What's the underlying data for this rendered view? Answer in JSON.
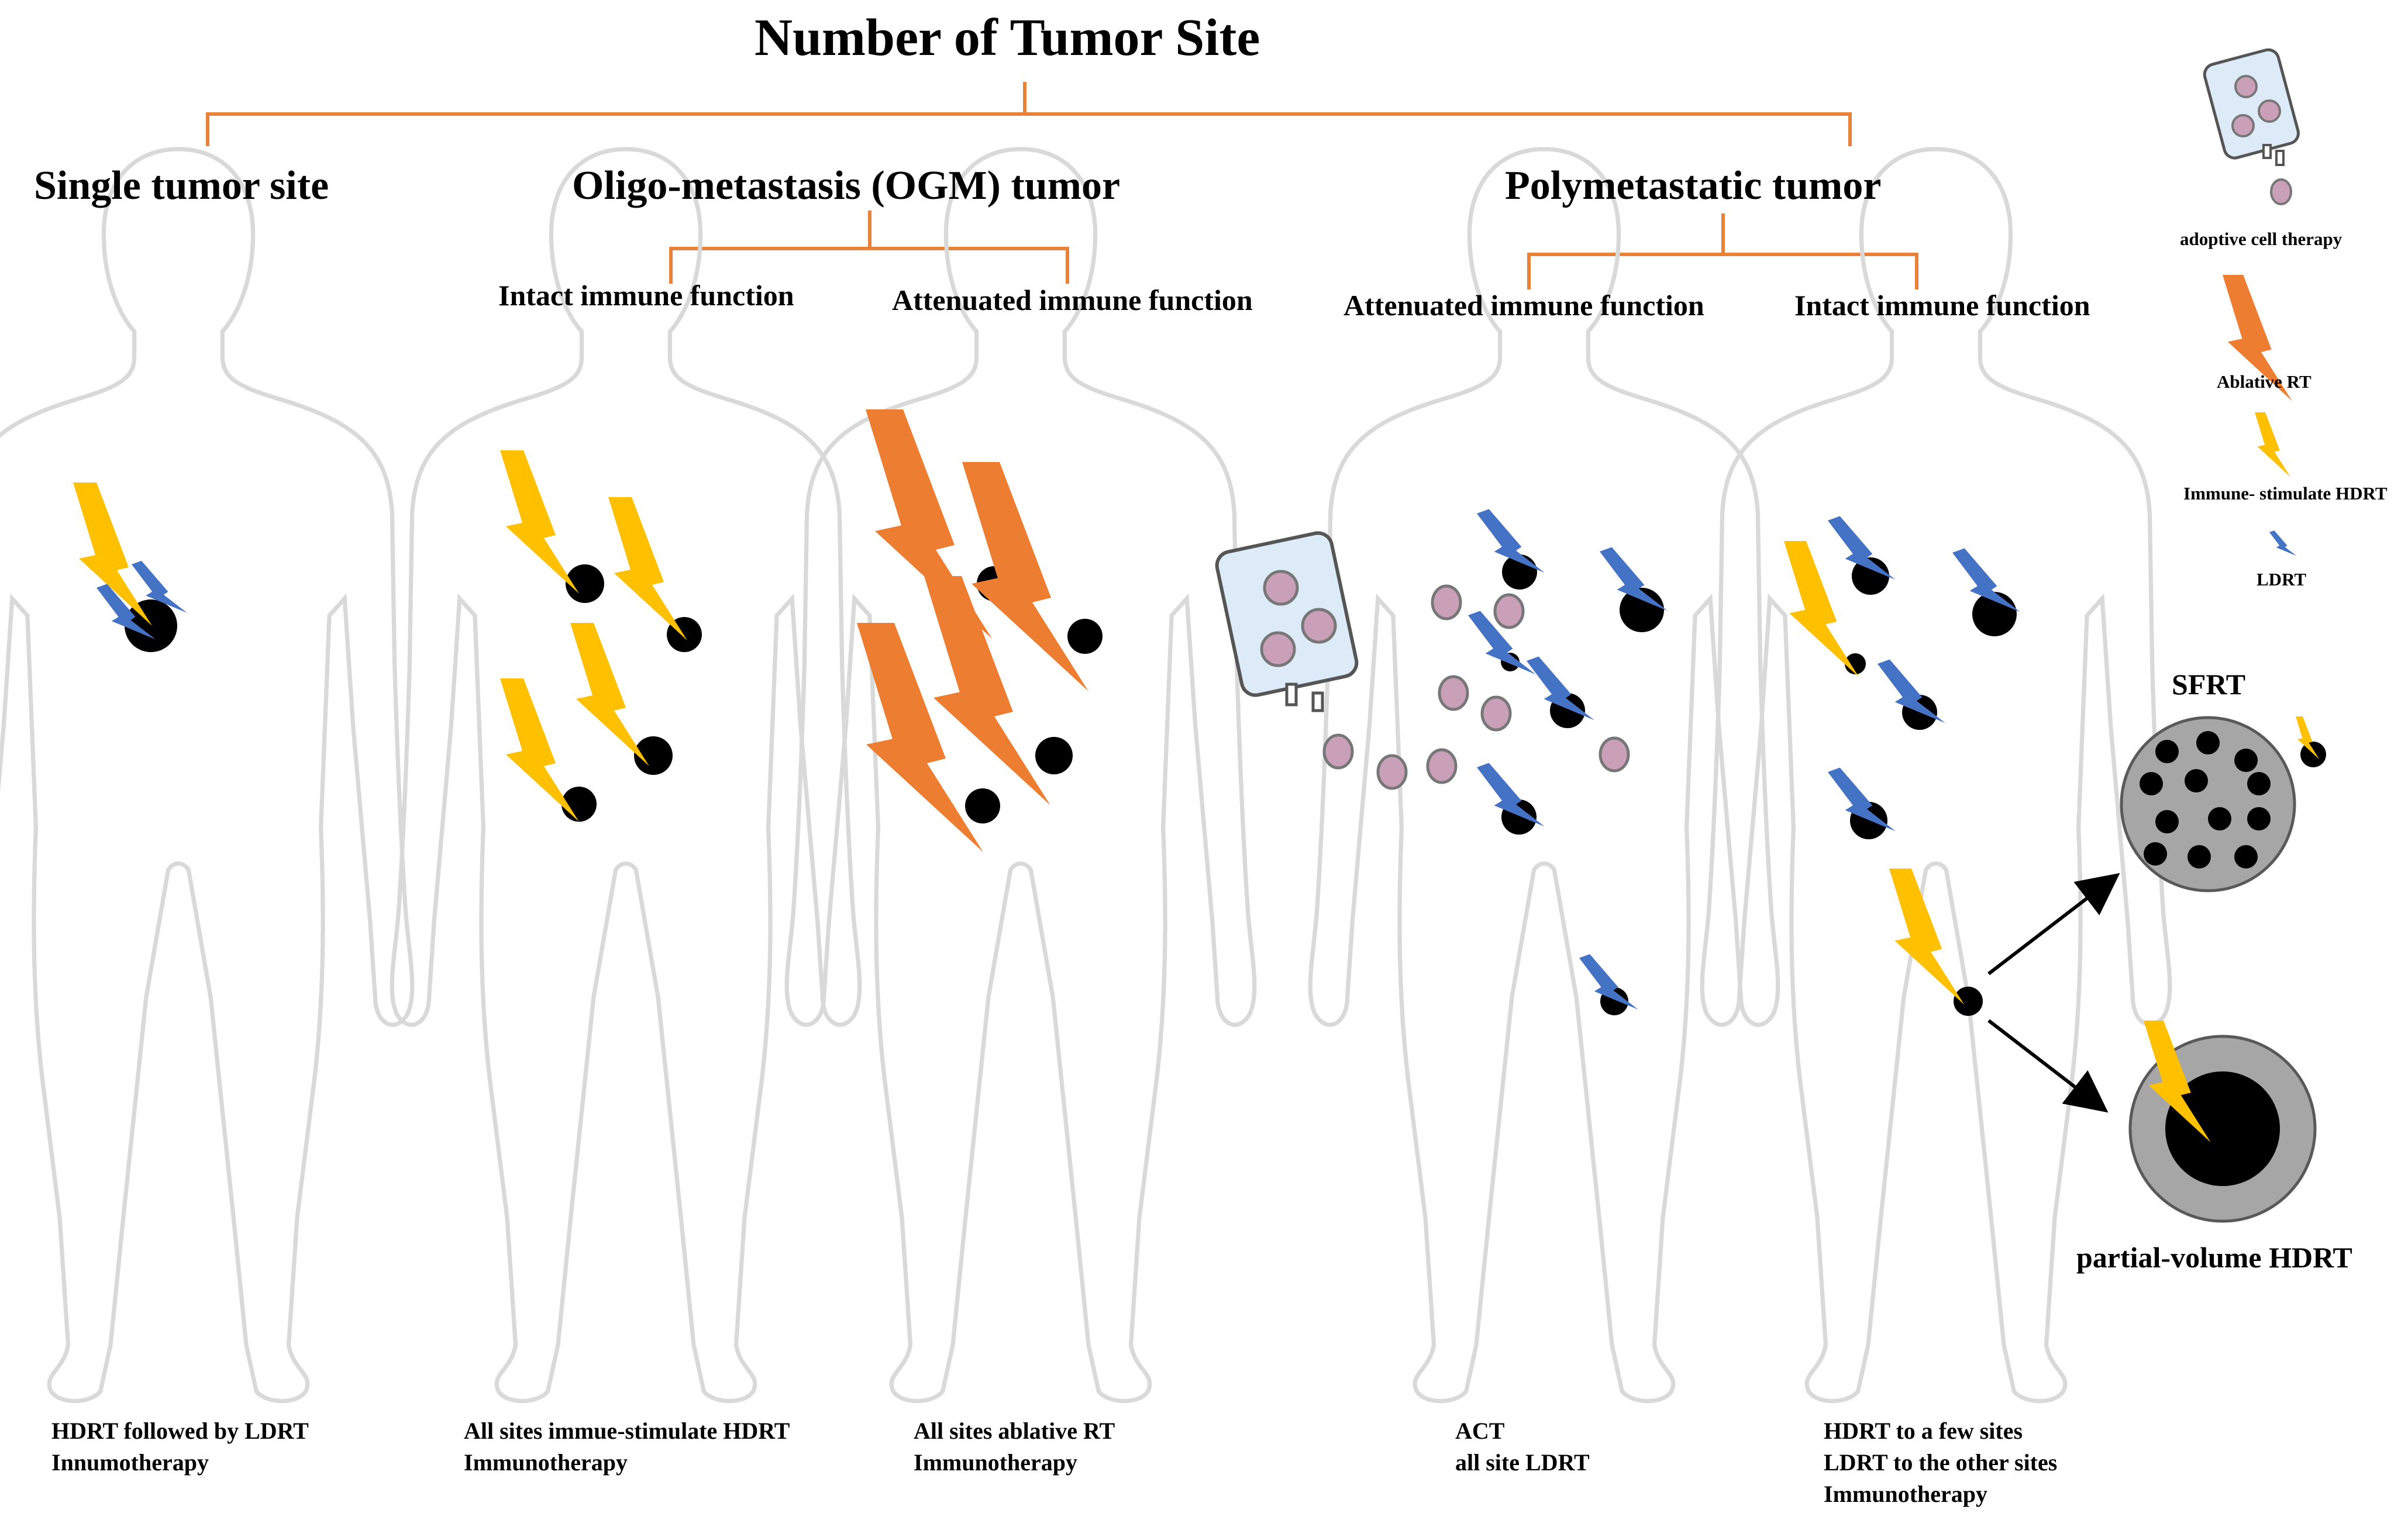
{
  "title": "Number of Tumor Site",
  "categories": {
    "single": "Single tumor site",
    "oligo": "Oligo-metastasis (OGM) tumor",
    "poly": "Polymetastatic tumor"
  },
  "subgroups": {
    "oligo_intact": "Intact immune function",
    "oligo_attenuated": "Attenuated immune function",
    "poly_attenuated": "Attenuated immune function",
    "poly_intact": "Intact immune function"
  },
  "legend": {
    "act": "adoptive cell therapy",
    "ablative": "Ablative RT",
    "hdrt": "Immune- stimulate HDRT",
    "ldrt": "LDRT"
  },
  "insets": {
    "sfrt": "SFRT",
    "partial": "partial-volume HDRT"
  },
  "captions": [
    [
      "HDRT followed by LDRT",
      "Innumotherapy"
    ],
    [
      "All sites immue-stimulate HDRT",
      "Immunotherapy"
    ],
    [
      "All sites ablative RT",
      "Immunotherapy"
    ],
    [
      "ACT",
      "all site LDRT"
    ],
    [
      "HDRT to a few sites",
      "LDRT to the other sites",
      "Immunotherapy"
    ]
  ],
  "colors": {
    "bracket": "#E8823A",
    "ablative": "#ED7D31",
    "hdrt": "#FFC000",
    "ldrt": "#4472C4",
    "tumor": "#000000",
    "body_outline": "#D9D9D9",
    "cell": "#C9A0B8"
  },
  "icons": {
    "body": "human-silhouette-icon",
    "tumor": "tumor-dot-icon",
    "ablative": "orange-lightning-icon",
    "hdrt": "yellow-lightning-icon",
    "ldrt": "blue-lightning-icon",
    "act": "iv-bag-icon",
    "cell": "cell-icon"
  }
}
